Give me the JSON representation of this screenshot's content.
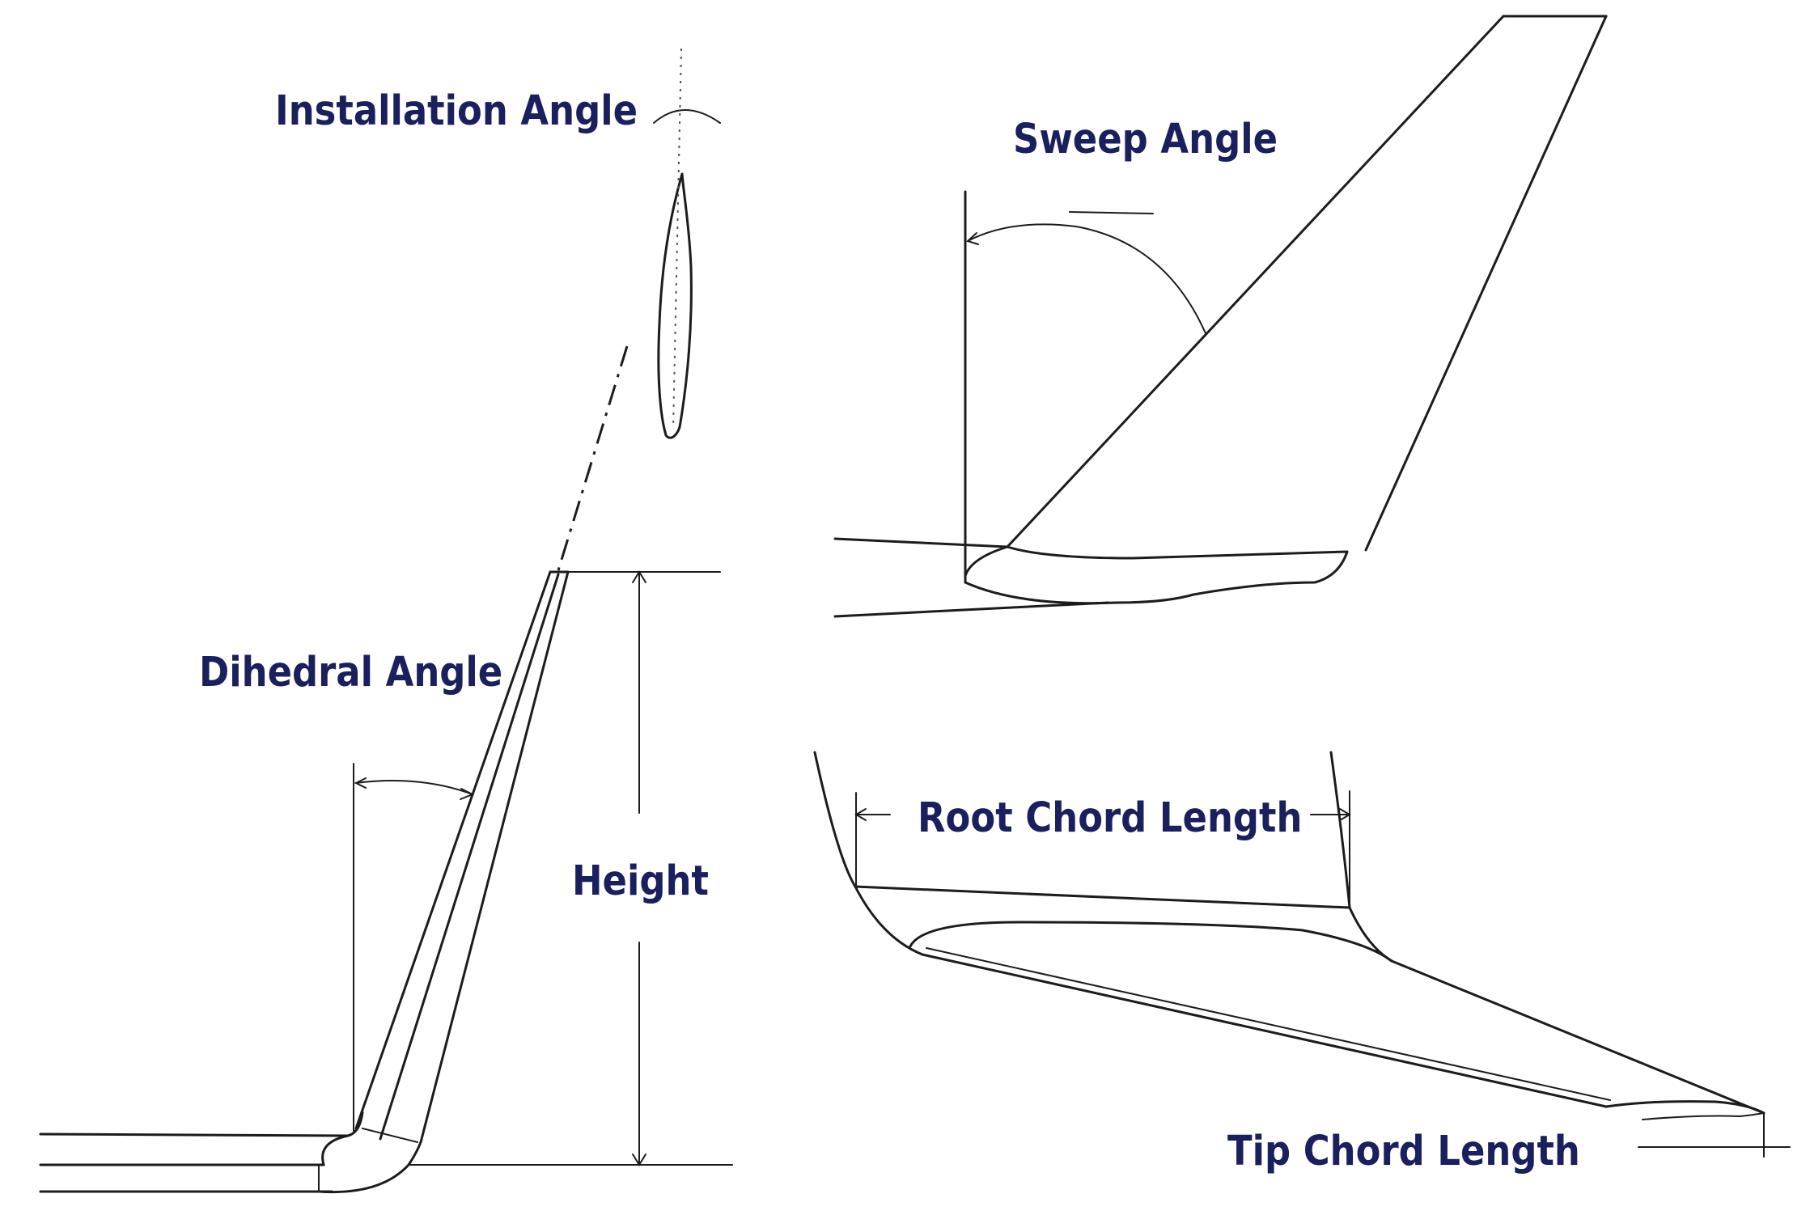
{
  "labels": {
    "installation_angle": "Installation Angle",
    "sweep_angle": "Sweep Angle",
    "dihedral_angle": "Dihedral Angle",
    "height": "Height",
    "root_chord_length": "Root Chord Length",
    "tip_chord_length": "Tip Chord Length"
  },
  "colors": {
    "label_text": "#1a1f5e",
    "line_ink": "#1c1c1c",
    "background": "#ffffff"
  }
}
